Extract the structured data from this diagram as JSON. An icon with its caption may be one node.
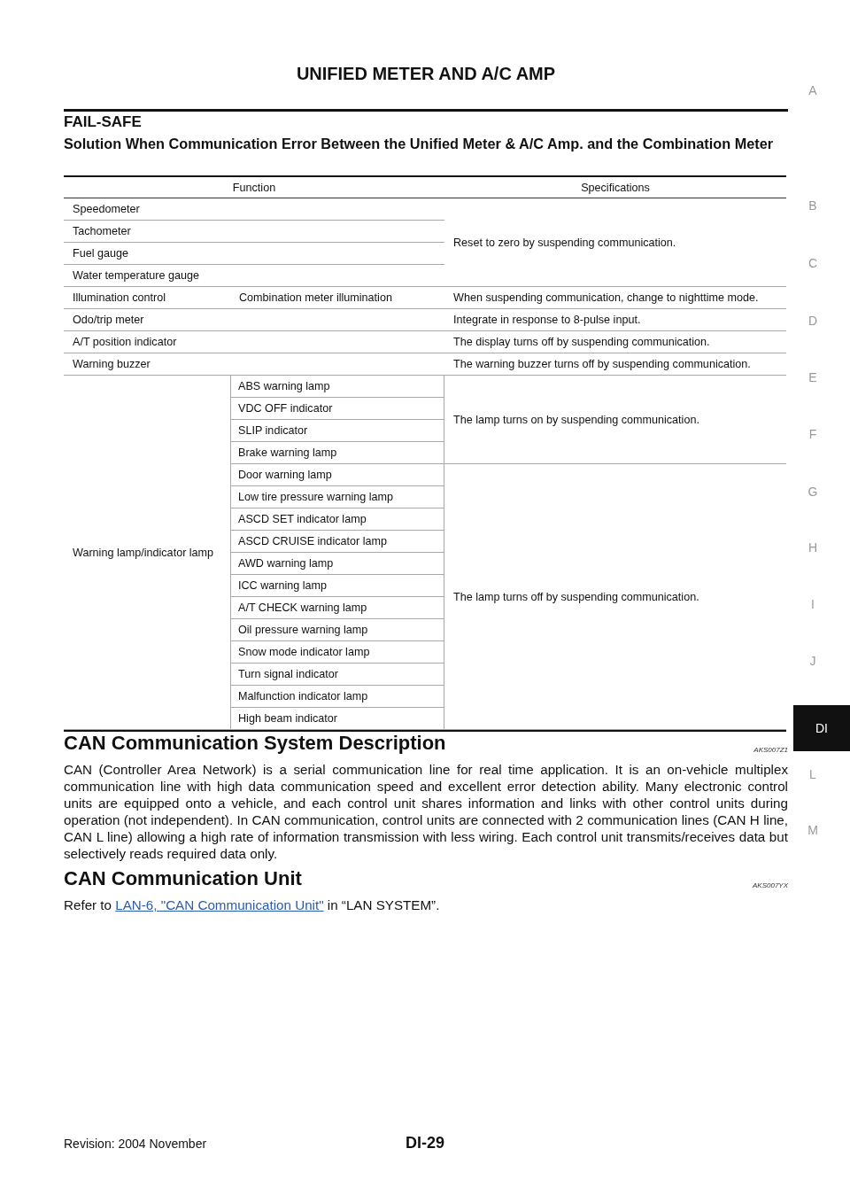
{
  "diagram": {
    "title": "UNIFIED METER AND A/C AMP",
    "labels": [
      "FAIL-SAFE",
      "Solution When Communication Error Between the Unified Meter & A/C Amp. and the Combination Meter",
      "Function",
      "Specifications",
      "Speedometer",
      "Reset to zero by suspending communication.",
      "Tachometer",
      "Fuel gauge",
      "Water temperature gauge",
      "Illumination control",
      "Combination meter illumination",
      "When suspending communication, change to nighttime mode.",
      "Odo/trip meter",
      "Integrate in response to 8-pulse input.",
      "A/T position indicator",
      "The display turns off by suspending communication.",
      "Warning buzzer",
      "The warning buzzer turns off by suspending communication.",
      "Warning lamp/indicator lamp",
      "ABS warning lamp",
      "The lamp turns on by suspending communication.",
      "VDC OFF indicator",
      "SLIP indicator",
      "Brake warning lamp",
      "Door warning lamp",
      "The lamp turns off by suspending communication.",
      "Low tire pressure warning lamp",
      "ASCD SET indicator lamp",
      "ASCD CRUISE indicator lamp",
      "AWD warning lamp",
      "ICC warning lamp",
      "A/T CHECK warning lamp",
      "Oil pressure warning lamp",
      "Snow mode indicator lamp",
      "Turn signal indicator",
      "Malfunction indicator lamp",
      "High beam indicator",
      "CAN Communication System Description",
      "AKS007Z1",
      "CAN (Controller Area Network) is a serial communication line for real time application. It is an on-vehicle multiplex communication line with high data communication speed and excellent error detection ability. Many electronic control units are equipped onto a vehicle, and each control unit shares information and links with other control units during operation (not independent). In CAN communication, control units are connected with 2 communication lines (CAN H line, CAN L line) allowing a high rate of information transmission with less wiring. Each control unit transmits/receives data but selectively reads required data only.",
      "CAN Communication Unit",
      "AKS007YX",
      "Refer to",
      "LAN-6, \"CAN Communication Unit\"",
      "in “LAN SYSTEM”.",
      "A",
      "B",
      "C",
      "D",
      "E",
      "F",
      "G",
      "H",
      "I",
      "J",
      "DI",
      "L",
      "M",
      "Revision: 2004 November",
      "DI-29"
    ]
  }
}
